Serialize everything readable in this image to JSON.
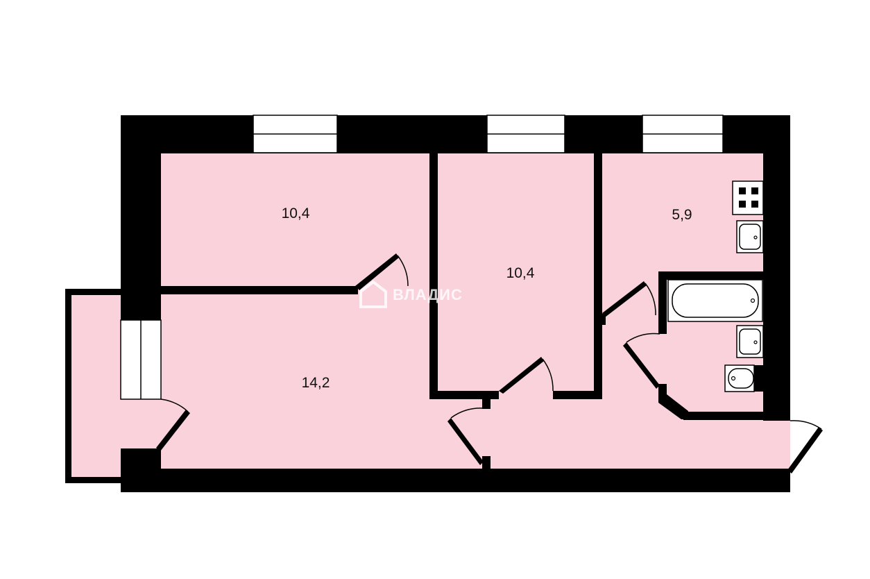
{
  "colors": {
    "floor": "#fad2dc",
    "wall": "#000000",
    "fixture_fill": "#ffffff",
    "watermark": "#ffffff"
  },
  "rooms": [
    {
      "id": "room-top-left",
      "area": "10,4"
    },
    {
      "id": "room-middle",
      "area": "10,4"
    },
    {
      "id": "kitchen",
      "area": "5,9"
    },
    {
      "id": "living-room",
      "area": "14,2"
    }
  ],
  "watermark": {
    "text": "ВЛАДИС"
  },
  "icons": [
    "stove-icon",
    "kitchen-sink-icon",
    "bathtub-icon",
    "washbasin-icon",
    "toilet-icon"
  ]
}
